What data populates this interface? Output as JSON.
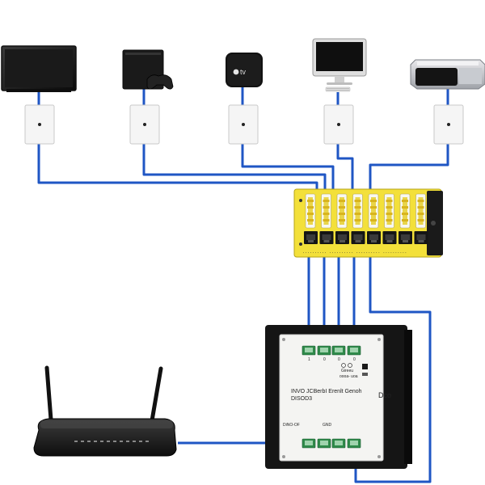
{
  "diagram": {
    "devices": [
      {
        "name": "tv",
        "icon": "tv-icon"
      },
      {
        "name": "game-console",
        "icon": "game-console-icon"
      },
      {
        "name": "apple-tv",
        "icon": "apple-tv-icon",
        "label": "tv"
      },
      {
        "name": "desktop-computer",
        "icon": "desktop-computer-icon"
      },
      {
        "name": "printer",
        "icon": "printer-icon"
      }
    ],
    "patch_panel": {
      "port_count": 8,
      "fine_print": "..........   ..........   ..........   ..........",
      "color": "#f3e03a"
    },
    "enclosure": {
      "title_line1": "INVO JCBerbI  Erenlt Genoh",
      "title_line2": "DISOD3",
      "top_port_numbers": [
        "1",
        "0",
        "0",
        "0"
      ],
      "status_text": "Gireeu",
      "status_text2": "oooa-  uoa",
      "side_label": "Dco",
      "bottom_left_label": "DiNO-OF",
      "bottom_mid_label": "GND",
      "bottom_port_numbers": [
        "",
        "",
        "",
        ""
      ]
    },
    "router": {
      "name": "router",
      "icon": "router-icon"
    },
    "colors": {
      "cable": "#1f56c4",
      "panel_yellow": "#f3e03a",
      "enclosure_black": "#151515",
      "enclosure_face": "#f4f4f2"
    }
  }
}
